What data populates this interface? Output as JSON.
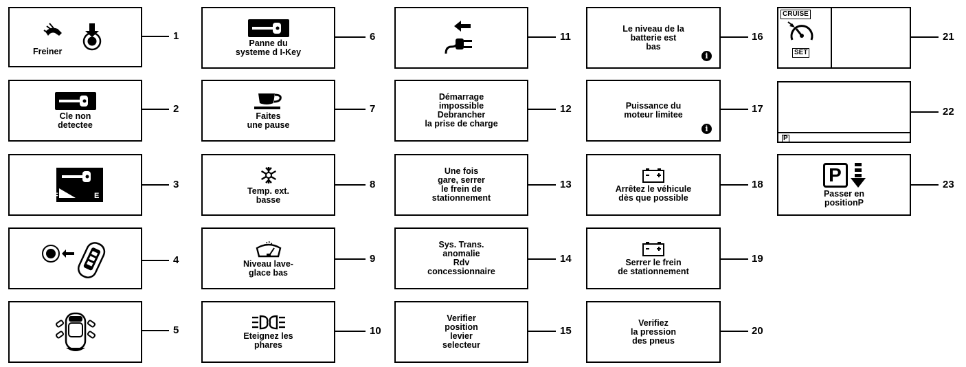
{
  "panels": [
    {
      "id": "1",
      "text": "Freiner",
      "icon": "brake-foot-icon"
    },
    {
      "id": "2",
      "text": "Cle non\ndetectee",
      "icon": "key-icon"
    },
    {
      "id": "3",
      "text": "",
      "icon": "key-battery-gauge-icon"
    },
    {
      "id": "4",
      "text": "",
      "icon": "key-fob-to-button-icon"
    },
    {
      "id": "5",
      "text": "",
      "icon": "door-open-car-icon"
    },
    {
      "id": "6",
      "text": "Panne du\nsysteme d I-Key",
      "icon": "key-icon"
    },
    {
      "id": "7",
      "text": "Faites\nune pause",
      "icon": "coffee-cup-icon"
    },
    {
      "id": "8",
      "text": "Temp. ext.\nbasse",
      "icon": "snowflake-icon"
    },
    {
      "id": "9",
      "text": "Niveau lave-\nglace bas",
      "icon": "washer-fluid-icon"
    },
    {
      "id": "10",
      "text": "Eteignez les\nphares",
      "icon": "headlights-icon"
    },
    {
      "id": "11",
      "text": "",
      "icon": "charging-plug-icon"
    },
    {
      "id": "12",
      "text": "Démarrage\nimpossible\nDebrancher\nla prise de charge",
      "icon": ""
    },
    {
      "id": "13",
      "text": "Une fois\ngare, serrer\nle frein de\nstationnement",
      "icon": ""
    },
    {
      "id": "14",
      "text": "Sys. Trans.\nanomalie\nRdv\nconcessionnaire",
      "icon": ""
    },
    {
      "id": "15",
      "text": "Verifier\nposition\nlevier\nselecteur",
      "icon": ""
    },
    {
      "id": "16",
      "text": "Le niveau de la\nbatterie est\nbas",
      "icon": "info-icon"
    },
    {
      "id": "17",
      "text": "Puissance du\nmoteur limitee",
      "icon": "info-icon"
    },
    {
      "id": "18",
      "text": "Arrêtez le véhicule\ndès que possible",
      "icon": "battery-icon"
    },
    {
      "id": "19",
      "text": "Serrer le frein\nde stationnement",
      "icon": "battery-icon"
    },
    {
      "id": "20",
      "text": "Verifiez\nla pression\ndes pneus",
      "icon": ""
    },
    {
      "id": "21",
      "text": "",
      "icon": "cruise-gauge-icon"
    },
    {
      "id": "22",
      "text": "",
      "icon": "park-indicator-icon"
    },
    {
      "id": "23",
      "text": "Passer en\npositionP",
      "icon": "park-shift-icon"
    }
  ],
  "small_labels": {
    "battery_gauge_f": "F",
    "battery_gauge_e": "E",
    "cruise": "CRUISE",
    "set": "SET",
    "park": "P",
    "park_large": "P",
    "info_glyph": "i",
    "battery_minus": "−",
    "battery_plus": "+"
  }
}
